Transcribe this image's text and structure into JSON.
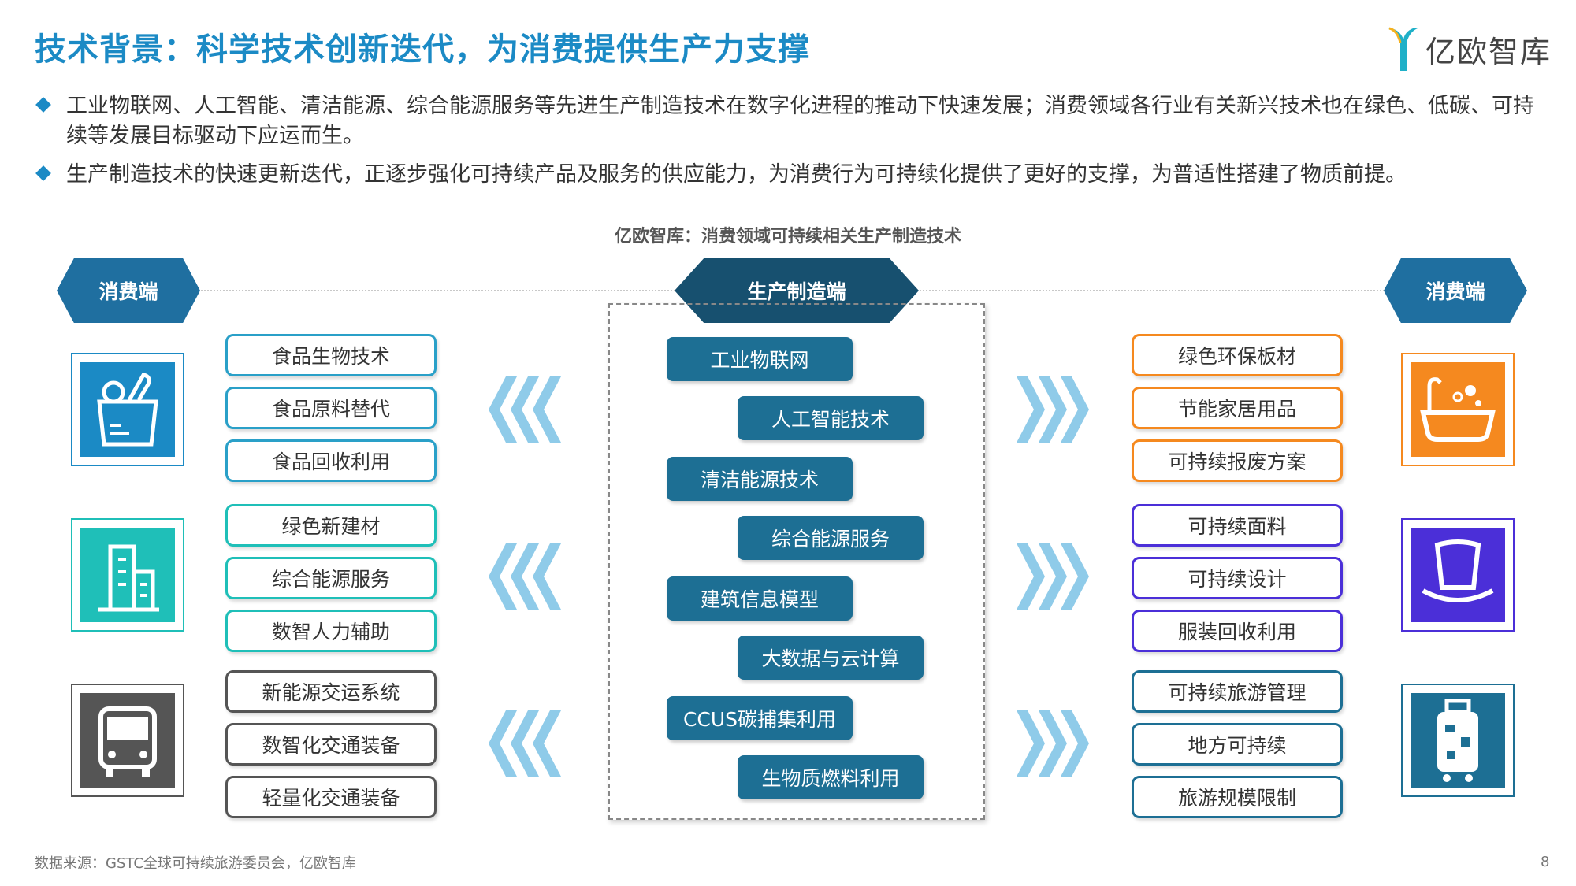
{
  "header": {
    "title": "技术背景：科学技术创新迭代，为消费提供生产力支撑",
    "logo_text": "亿欧智库"
  },
  "bullets": [
    "工业物联网、人工智能、清洁能源、综合能源服务等先进生产制造技术在数字化进程的推动下快速发展；消费领域各行业有关新兴技术也在绿色、低碳、可持续等发展目标驱动下应运而生。",
    "生产制造技术的快速更新迭代，正逐步强化可持续产品及服务的供应能力，为消费行为可持续化提供了更好的支撑，为普适性搭建了物质前提。"
  ],
  "diagram": {
    "subtitle": "亿欧智库：消费领域可持续相关生产制造技术",
    "left_header": "消费端",
    "center_header": "生产制造端",
    "right_header": "消费端",
    "left_groups": [
      {
        "icon": "grocery-bag-icon",
        "color": "#1b8ac5",
        "items": [
          "食品生物技术",
          "食品原料替代",
          "食品回收利用"
        ]
      },
      {
        "icon": "building-icon",
        "color": "#1fbfb8",
        "items": [
          "绿色新建材",
          "综合能源服务",
          "数智人力辅助"
        ]
      },
      {
        "icon": "bus-icon",
        "color": "#555555",
        "items": [
          "新能源交运系统",
          "数智化交通装备",
          "轻量化交通装备"
        ]
      }
    ],
    "center_items": [
      "工业物联网",
      "人工智能技术",
      "清洁能源技术",
      "综合能源服务",
      "建筑信息模型",
      "大数据与云计算",
      "CCUS碳捕集利用",
      "生物质燃料利用"
    ],
    "right_groups": [
      {
        "icon": "bathtub-icon",
        "color": "#f5891f",
        "items": [
          "绿色环保板材",
          "节能家居用品",
          "可持续报废方案"
        ]
      },
      {
        "icon": "top-hat-icon",
        "color": "#4b2fd8",
        "items": [
          "可持续面料",
          "可持续设计",
          "服装回收利用"
        ]
      },
      {
        "icon": "luggage-icon",
        "color": "#1d6f94",
        "items": [
          "可持续旅游管理",
          "地方可持续",
          "旅游规模限制"
        ]
      }
    ]
  },
  "footer": {
    "source": "数据来源：GSTC全球可持续旅游委员会，亿欧智库",
    "page": "8"
  }
}
